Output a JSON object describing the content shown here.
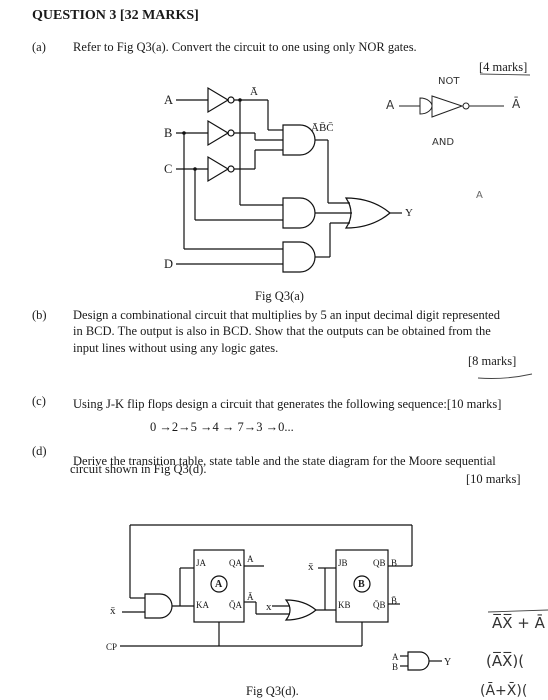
{
  "question": {
    "title": "QUESTION 3 [32 MARKS]"
  },
  "part_a": {
    "label": "(a)",
    "text": "Refer to Fig Q3(a). Convert the circuit to one using only NOR gates.",
    "marks": "[4 marks]",
    "caption": "Fig Q3(a)",
    "inputs": [
      "A",
      "B",
      "C",
      "D"
    ],
    "labels": {
      "a_bar": "Ā",
      "abc": "ĀB̄C̄",
      "y": "Y"
    },
    "handwritten": {
      "not": "NOT",
      "and": "AND",
      "a_in": "A",
      "a_out": "Ā",
      "a_mark": "A"
    }
  },
  "part_b": {
    "label": "(b)",
    "line1": "Design a combinational circuit that multiplies by 5 an input decimal digit represented",
    "line2": "in BCD. The output is also in BCD. Show that the outputs can be obtained from the",
    "line3": "input   lines without using any logic gates.",
    "marks": "[8 marks]"
  },
  "part_c": {
    "label": "(c)",
    "text": "Using J-K flip flops design a circuit that generates the following sequence:[10 marks]",
    "sequence": "0 →2→5 →4 → 7→3 →0..."
  },
  "part_d": {
    "label": "(d)",
    "line1": "Derive the transition table, state table and the state diagram for the Moore sequential",
    "line2": "circuit shown in Fig Q3(d).",
    "marks": "[10 marks]",
    "caption": "Fig Q3(d).",
    "ff": {
      "a_name": "A",
      "b_name": "B",
      "ja": "JA",
      "ka": "KA",
      "qa": "QA",
      "qa_bar": "Q̄A",
      "jb": "JB",
      "kb": "KB",
      "qb": "QB",
      "qb_bar": "Q̄B"
    },
    "signals": {
      "x_bar": "x̄",
      "x": "x",
      "cp": "CP",
      "a": "A",
      "a_bar": "Ā",
      "b": "B",
      "b_bar": "B̄",
      "y": "Y"
    },
    "handwritten": [
      "A̅X̅ + Ā",
      "(A̅X̅)(",
      "(Ā+X̄)("
    ]
  }
}
